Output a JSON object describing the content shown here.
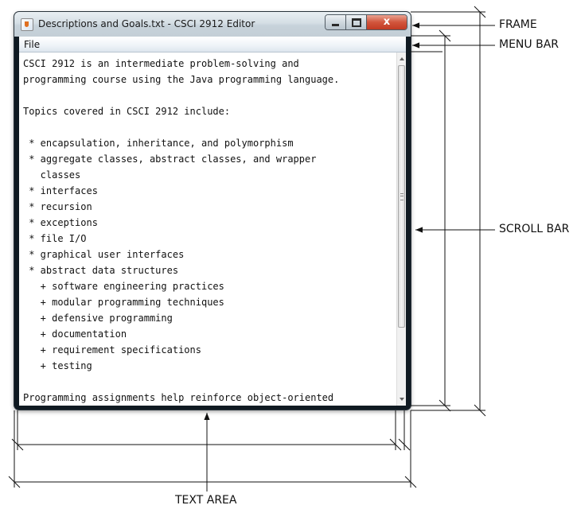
{
  "window": {
    "title": "Descriptions and Goals.txt - CSCI 2912 Editor",
    "close_glyph": "x"
  },
  "menubar": {
    "items": [
      {
        "label": "File"
      }
    ]
  },
  "textarea": {
    "lines": [
      "CSCI 2912 is an intermediate problem-solving and",
      "programming course using the Java programming language.",
      "",
      "Topics covered in CSCI 2912 include:",
      "",
      " * encapsulation, inheritance, and polymorphism",
      " * aggregate classes, abstract classes, and wrapper",
      "   classes",
      " * interfaces",
      " * recursion",
      " * exceptions",
      " * file I/O",
      " * graphical user interfaces",
      " * abstract data structures",
      "   + software engineering practices",
      "   + modular programming techniques",
      "   + defensive programming",
      "   + documentation",
      "   + requirement specifications",
      "   + testing",
      "",
      "Programming assignments help reinforce object-oriented"
    ]
  },
  "callouts": {
    "frame": "FRAME",
    "menu_bar": "MENU BAR",
    "scroll_bar": "SCROLL BAR",
    "text_area": "TEXT AREA"
  }
}
